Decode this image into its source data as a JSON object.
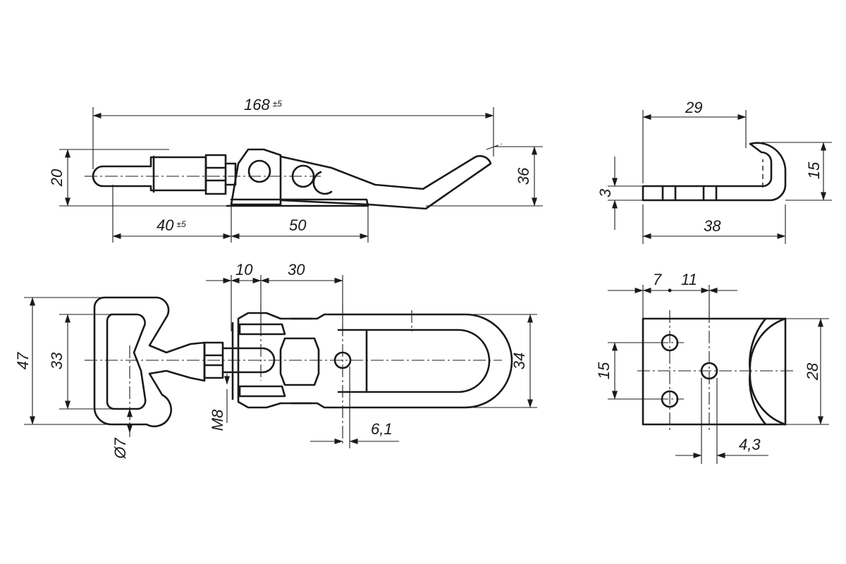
{
  "dimensions": {
    "side_length": {
      "value": "168",
      "tol": "±5"
    },
    "side_height_left": "20",
    "side_height_right": "36",
    "side_hook_offset": {
      "value": "40",
      "tol": "±5"
    },
    "side_base_length": "50",
    "plan_width_outer": "47",
    "plan_width_inner": "33",
    "plan_hole_dia": "Ø7",
    "plan_spacing_a": "10",
    "plan_spacing_b": "30",
    "plan_thread": "M8",
    "plan_hole_offset": "6,1",
    "plan_hook_width": "34",
    "catch_side_length": "29",
    "catch_side_thickness": "3",
    "catch_side_height": "15",
    "catch_side_base": "38",
    "catch_plan_a": "7",
    "catch_plan_b": "11",
    "catch_plan_hole_pitch": "15",
    "catch_plan_width": "28",
    "catch_plan_hole_offset": "4,3"
  }
}
